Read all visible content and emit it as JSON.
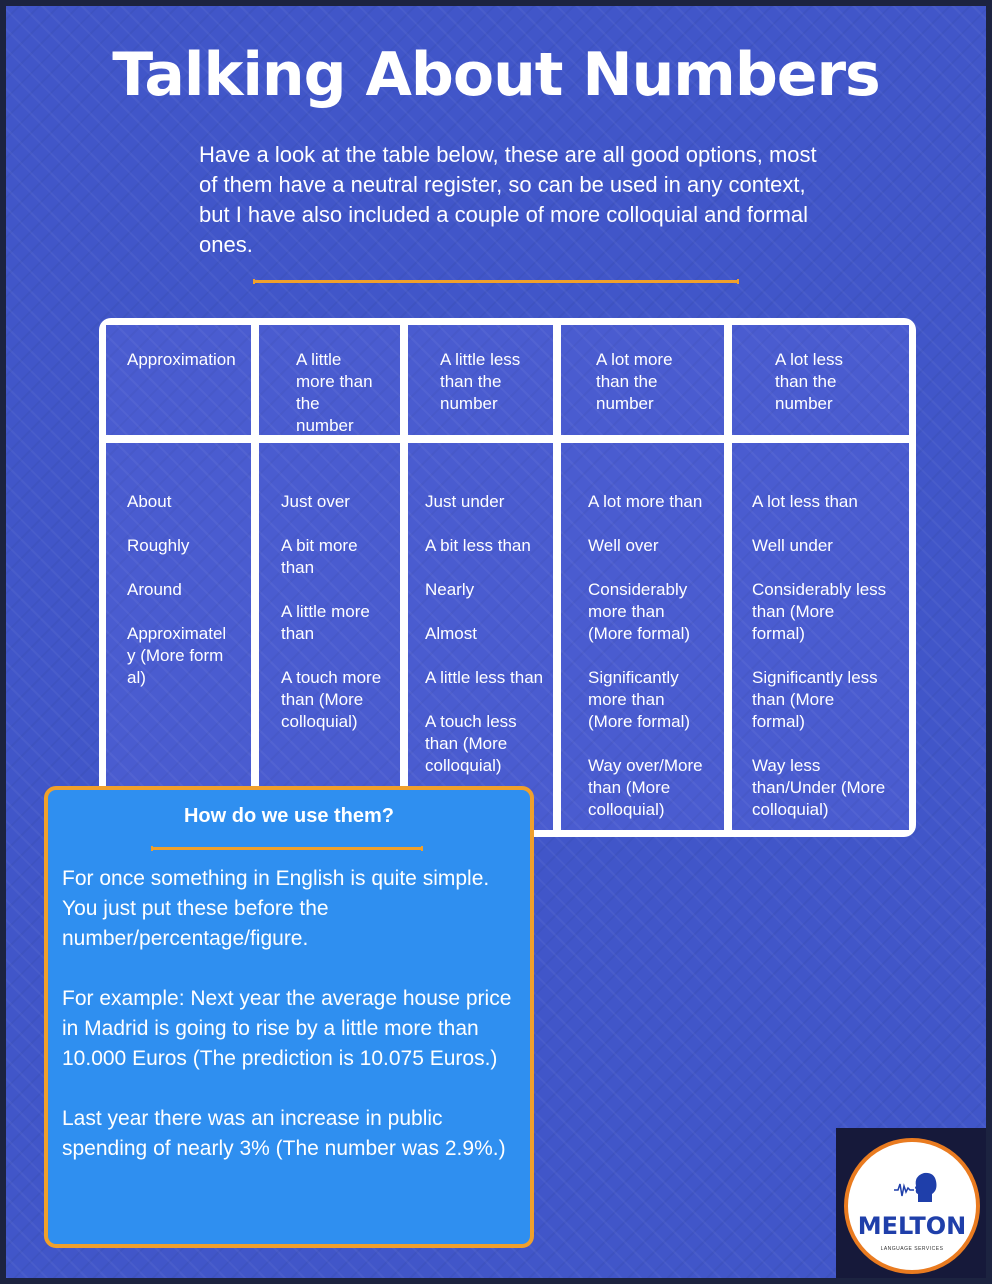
{
  "title": "Talking About Numbers",
  "intro": "Have a look at the table below, these are all good options, most of them have a neutral register, so can be used in any context, but I have also included a couple of more colloquial and formal ones.",
  "table": {
    "headers": [
      "Approximation",
      "A little more than the number",
      "A little less than the number",
      "A lot more than the number",
      "A lot less than the number"
    ],
    "columns": [
      [
        "About",
        "Roughly",
        "Around",
        "Approximately (More formal)"
      ],
      [
        "Just over",
        "A bit more than",
        "A little more than",
        "A touch more than (More colloquial)"
      ],
      [
        "Just under",
        "A bit less than",
        "Nearly",
        "Almost",
        "A little less than",
        "A touch less than (More colloquial)"
      ],
      [
        "A lot more than",
        "Well over",
        "Considerably more than (More formal)",
        "Significantly more than (More formal)",
        "Way over/More than (More colloquial)"
      ],
      [
        "A lot less than",
        "Well under",
        "Considerably less than (More formal)",
        "Significantly less than (More formal)",
        "Way less than/Under (More colloquial)"
      ]
    ]
  },
  "info": {
    "title": "How do we use them?",
    "paragraphs": [
      "For once something in English is quite simple. You just put these before the number/percentage/figure.",
      "For example: Next year the average house price in Madrid is going to rise by a little more than 10.000 Euros (The prediction is 10.075 Euros.)",
      "Last year there was an increase in public spending of nearly 3% (The number was 2.9%.)"
    ]
  },
  "logo": {
    "name": "MELTON",
    "tagline": "LANGUAGE SERVICES",
    "icon": "speaking-head-icon"
  },
  "colors": {
    "background": "#4156c9",
    "accent": "#f0a02c",
    "info_box": "#2f8ff0",
    "logo_blue": "#1f3faa",
    "logo_ring": "#e97b20"
  }
}
